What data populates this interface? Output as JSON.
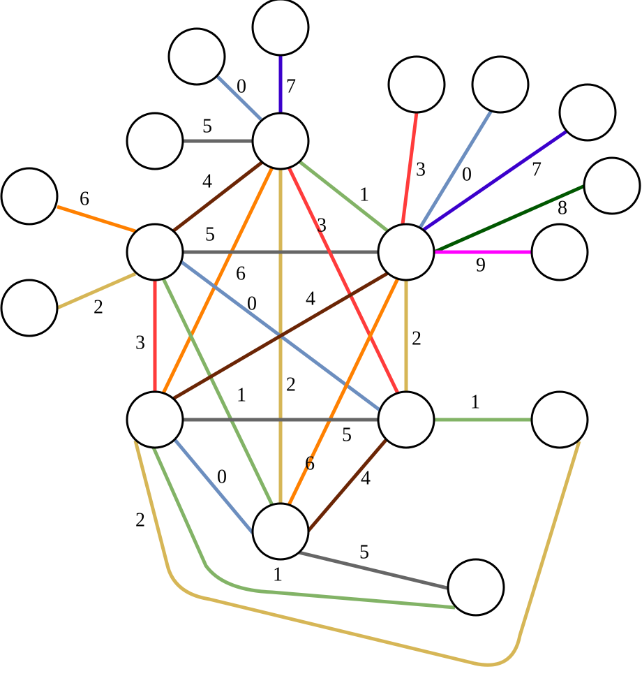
{
  "colors": {
    "0": "#6c8ebf",
    "1": "#82b366",
    "2": "#d6b656",
    "3": "#ff3b3b",
    "4": "#6b2505",
    "5": "#666666",
    "6": "#ff8000",
    "7": "#3b00cc",
    "8": "#005700",
    "9": "#ff00ff"
  },
  "nodes": [
    "n-top",
    "n-tl",
    "n-tr",
    "n-bl",
    "n-br",
    "n-bot",
    "n-top-p0",
    "n-top-p7",
    "n-top-p5",
    "n-tl-p6",
    "n-tl-p2",
    "n-tr-p3",
    "n-tr-p0",
    "n-tr-p7",
    "n-tr-p8",
    "n-tr-p9",
    "n-br-p1",
    "n-bot-p5"
  ],
  "edges": [
    {
      "label": "0",
      "color": "0"
    },
    {
      "label": "7",
      "color": "7"
    },
    {
      "label": "5",
      "color": "5"
    },
    {
      "label": "4",
      "color": "4"
    },
    {
      "label": "1",
      "color": "1"
    },
    {
      "label": "6",
      "color": "6"
    },
    {
      "label": "2",
      "color": "2"
    },
    {
      "label": "5",
      "color": "5"
    },
    {
      "label": "3",
      "color": "3"
    },
    {
      "label": "0",
      "color": "0"
    },
    {
      "label": "1",
      "color": "1"
    },
    {
      "label": "3",
      "color": "3"
    },
    {
      "label": "6",
      "color": "6"
    },
    {
      "label": "2",
      "color": "2"
    },
    {
      "label": "4",
      "color": "4"
    },
    {
      "label": "3",
      "color": "3"
    },
    {
      "label": "0",
      "color": "0"
    },
    {
      "label": "7",
      "color": "7"
    },
    {
      "label": "8",
      "color": "8"
    },
    {
      "label": "9",
      "color": "9"
    },
    {
      "label": "2",
      "color": "2"
    },
    {
      "label": "6",
      "color": "6"
    },
    {
      "label": "5",
      "color": "5"
    },
    {
      "label": "0",
      "color": "0"
    },
    {
      "label": "2",
      "color": "2"
    },
    {
      "label": "1",
      "color": "1"
    },
    {
      "label": "1",
      "color": "1"
    },
    {
      "label": "4",
      "color": "4"
    },
    {
      "label": "5",
      "color": "5"
    }
  ]
}
